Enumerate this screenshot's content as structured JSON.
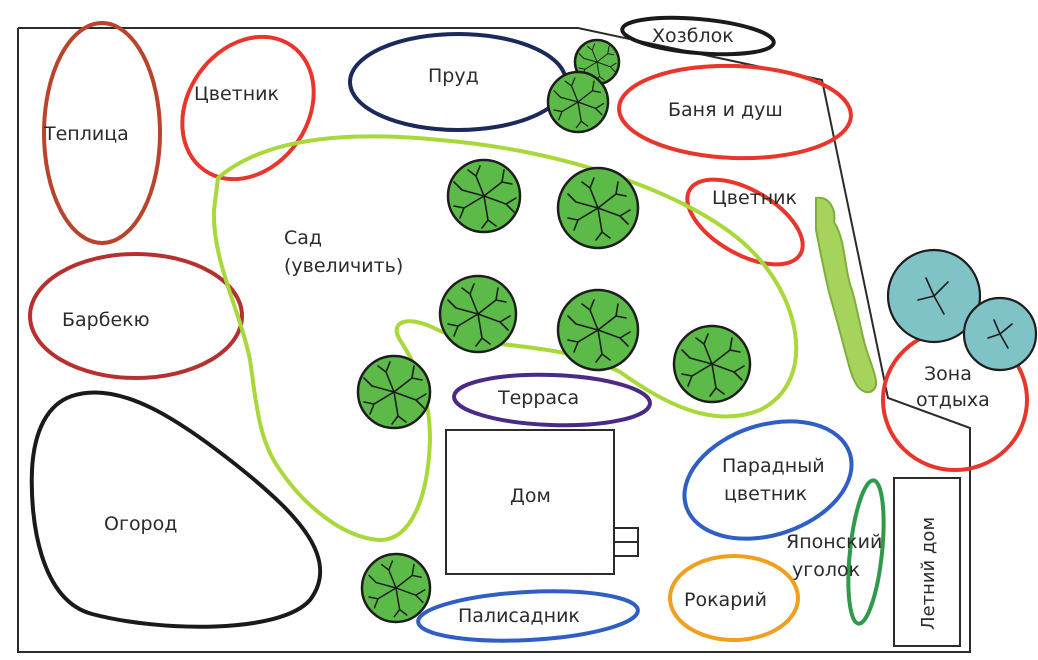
{
  "colors": {
    "red": "#e8362c",
    "dark_red": "#b5302f",
    "navy": "#1b2a5a",
    "black": "#1a1a1a",
    "lime": "#a8d83a",
    "purple": "#4a2a86",
    "blue": "#2f5fc4",
    "orange": "#f0a01e",
    "green": "#2f9a4a",
    "tree": "#5cba48",
    "teal_tree": "#7fc3c6",
    "hedge": "#a5d35b"
  },
  "labels": {
    "teplitsa": "Теплица",
    "tsvetnik_1": "Цветник",
    "prud": "Пруд",
    "hozblok": "Хозблок",
    "banya": "Баня и душ",
    "tsvetnik_2": "Цветник",
    "sad_1": "Сад",
    "sad_2": "(увеличить)",
    "barbekyu": "Барбекю",
    "zona_1": "Зона",
    "zona_2": "отдыха",
    "terrasa": "Терраса",
    "paradny_1": "Парадный",
    "paradny_2": "цветник",
    "ogorod": "Огород",
    "dom": "Дом",
    "yaponsky_1": "Японский",
    "yaponsky_2": "уголок",
    "letny_dom": "Летний дом",
    "rokary": "Рокарий",
    "palisadnik": "Палисадник"
  }
}
